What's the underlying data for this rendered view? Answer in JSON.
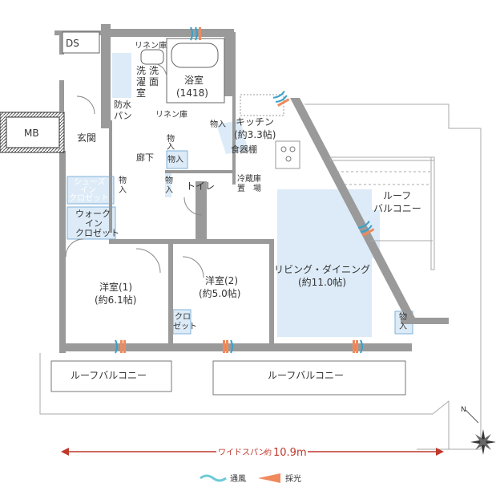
{
  "rooms": {
    "ds": "DS",
    "mb": "MB",
    "linen_top": "リネン庫",
    "laundry_1": "洗",
    "laundry_2": "濯",
    "laundry_3": "室",
    "washroom_1": "洗",
    "washroom_2": "面",
    "bath": "浴室",
    "bath_size": "(1418)",
    "waterproof_pan_1": "防水",
    "waterproof_pan_2": "パン",
    "linen_mid": "リネン庫",
    "entrance": "玄関",
    "hallway": "廊下",
    "storage_label": "物入",
    "storage_label_short_1": "物",
    "storage_label_short_2": "入",
    "shoes_closet_1": "シューズ",
    "shoes_closet_2": "イン",
    "shoes_closet_3": "クロゼット",
    "walkin_closet_1": "ウォーク",
    "walkin_closet_2": "イン",
    "walkin_closet_3": "クロゼット",
    "toilet": "トイレ",
    "kitchen": "キッチン",
    "kitchen_size": "(約3.3帖)",
    "cupboard": "食器棚",
    "fridge_1": "冷蔵庫",
    "fridge_2": "置　場",
    "roof_balcony_right_1": "ルーフ",
    "roof_balcony_right_2": "バルコニー",
    "living_dining": "リビング・ダイニング",
    "living_dining_size": "(約11.0帖)",
    "western_1": "洋室(1)",
    "western_1_size": "(約6.1帖)",
    "western_2": "洋室(2)",
    "western_2_size": "(約5.0帖)",
    "closet_1": "クロ",
    "closet_2": "ゼット",
    "roof_balcony_bottom_left": "ルーフバルコニー",
    "roof_balcony_bottom_right": "ルーフバルコニー"
  },
  "width_span": {
    "label": "ワイドスパン",
    "approx": "約",
    "value": "10.9m"
  },
  "legend": {
    "ventilation": "通風",
    "lighting": "採光"
  },
  "colors": {
    "room_fill": "#dcebf7",
    "wall": "#9a9a9a",
    "ventilation": "#6ecbd8",
    "lighting": "#f08a5d",
    "span_arrow": "#c0392b",
    "storage_outline": "#7fb0d8"
  },
  "icons": [
    "compass-icon",
    "ventilation-icon",
    "lighting-icon"
  ]
}
